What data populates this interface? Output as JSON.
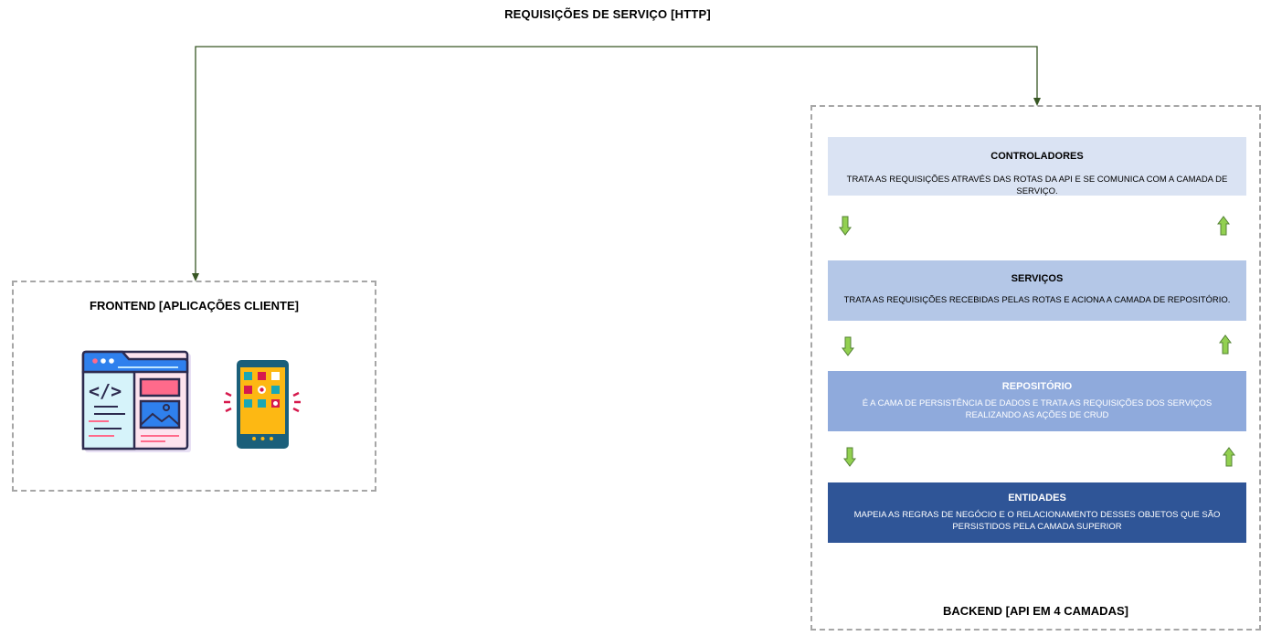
{
  "diagram": {
    "top_label": "REQUISIÇÕES DE SERVIÇO [HTTP]",
    "frontend": {
      "title": "FRONTEND [APLICAÇÕES CLIENTE]",
      "icons": [
        "web-browser-code-icon",
        "smartphone-apps-icon"
      ]
    },
    "backend": {
      "title": "BACKEND [API EM 4 CAMADAS]",
      "layers": [
        {
          "title": "CONTROLADORES",
          "description": "TRATA AS REQUISIÇÕES ATRAVÉS DAS ROTAS DA API E SE COMUNICA COM A CAMADA DE SERVIÇO.",
          "color": "#dae3f3"
        },
        {
          "title": "SERVIÇOS",
          "description": "TRATA AS REQUISIÇÕES RECEBIDAS PELAS ROTAS E ACIONA A CAMADA DE REPOSITÓRIO.",
          "color": "#b4c7e7"
        },
        {
          "title": "REPOSITÓRIO",
          "description": "É A CAMA DE PERSISTÊNCIA DE DADOS E TRATA AS REQUISIÇÕES DOS SERVIÇOS REALIZANDO AS AÇÕES DE CRUD",
          "color": "#8faadc"
        },
        {
          "title": "ENTIDADES",
          "description": "MAPEIA AS REGRAS DE NEGÓCIO E O RELACIONAMENTO DESSES OBJETOS QUE SÃO PERSISTIDOS PELA CAMADA SUPERIOR",
          "color": "#2f5597"
        }
      ]
    },
    "colors": {
      "connector": "#375623",
      "arrow_fill": "#92d050",
      "arrow_stroke": "#548235",
      "dashed_border": "#a6a6a6"
    }
  }
}
